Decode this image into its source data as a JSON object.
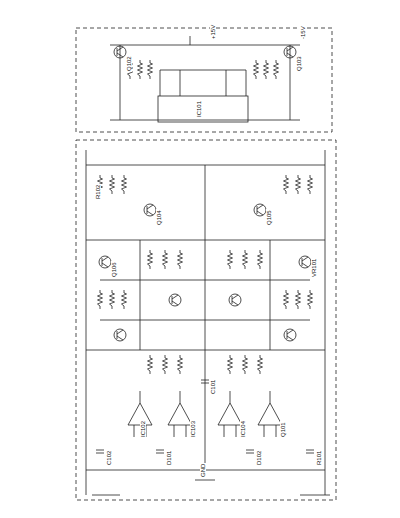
{
  "diagram": {
    "labels": [
      "+15V",
      "-15V",
      "GND",
      "IC101",
      "IC102",
      "IC103",
      "IC104",
      "Q101",
      "Q102",
      "Q103",
      "Q104",
      "Q105",
      "Q106",
      "VR101",
      "C101",
      "C102",
      "D101",
      "D102",
      "R101",
      "R102"
    ]
  }
}
